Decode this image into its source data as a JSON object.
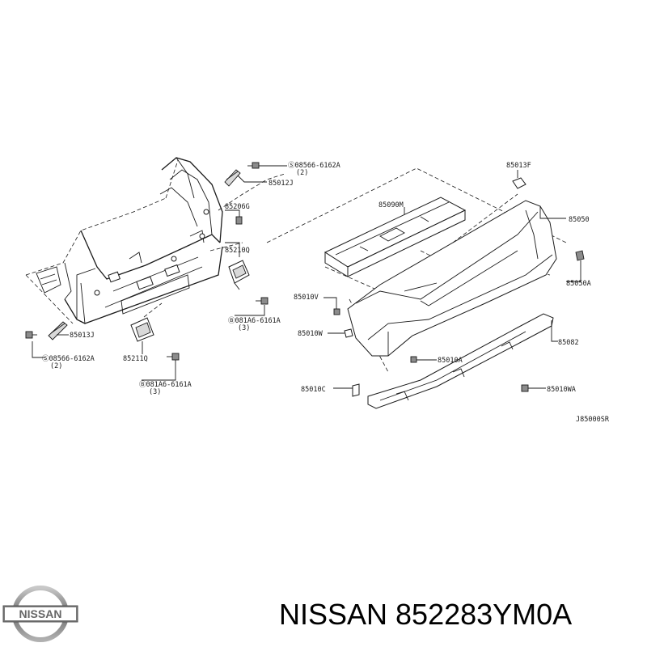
{
  "labels": {
    "p85012j": "85012J",
    "p08566_top": "Ⓢ08566-6162A",
    "p08566_top_qty": "(2)",
    "p85206g": "85206G",
    "p85210q": "85210Q",
    "p081a6_mid": "Ⓑ081A6-6161A",
    "p081a6_mid_qty": "(3)",
    "p85013j": "85013J",
    "p08566_bot": "Ⓢ08566-6162A",
    "p08566_bot_qty": "(2)",
    "p85211q": "85211Q",
    "p081a6_bot": "Ⓑ081A6-6161A",
    "p081a6_bot_qty": "(3)",
    "p85090m": "85090M",
    "p85013f": "85013F",
    "p85050": "85050",
    "p85050a": "85050A",
    "p85010v": "85010V",
    "p85010w": "85010W",
    "p85010a": "85010A",
    "p85082": "85082",
    "p85010c": "85010C",
    "p85010wa": "85010WA",
    "diagram_code": "J85000SR"
  },
  "footer": {
    "part_number": "NISSAN 852283YM0A"
  },
  "logo": {
    "text": "NISSAN",
    "color": "#666666"
  }
}
